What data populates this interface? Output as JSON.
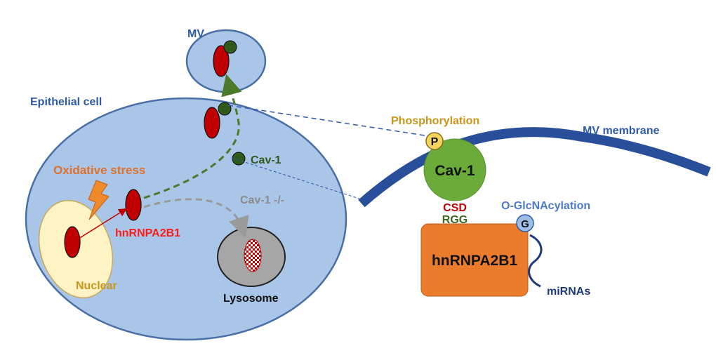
{
  "labels": {
    "mv": "MV",
    "epithelial_cell": "Epithelial cell",
    "oxidative_stress": "Oxidative stress",
    "cav1_small": "Cav-1",
    "cav1_knockout": "Cav-1 -/-",
    "hnrnpa2b1_small": "hnRNPA2B1",
    "nuclear": "Nuclear",
    "lysosome": "Lysosome",
    "phosphorylation": "Phosphorylation",
    "p_marker": "P",
    "mv_membrane": "MV membrane",
    "cav1_large": "Cav-1",
    "csd": "CSD",
    "rgg": "RGG",
    "o_glcnacylation": "O-GlcNAcylation",
    "g_marker": "G",
    "hnrnpa2b1_large": "hnRNPA2B1",
    "mirnas": "miRNAs"
  },
  "colors": {
    "cell_fill": "#a9c6e8",
    "cell_stroke": "#4a6fa5",
    "membrane": "#2a4f9a",
    "nucleus_fill": "#fdf3c4",
    "protein_red": "#c00000",
    "cav1_green": "#6aab3a",
    "cav1_dark": "#2f5a1a",
    "box_orange": "#ea7c2c",
    "title_blue": "#2e5aa8",
    "orange_text": "#e0702a",
    "gold_text": "#c9961a",
    "gray_text": "#8c8c8c"
  }
}
